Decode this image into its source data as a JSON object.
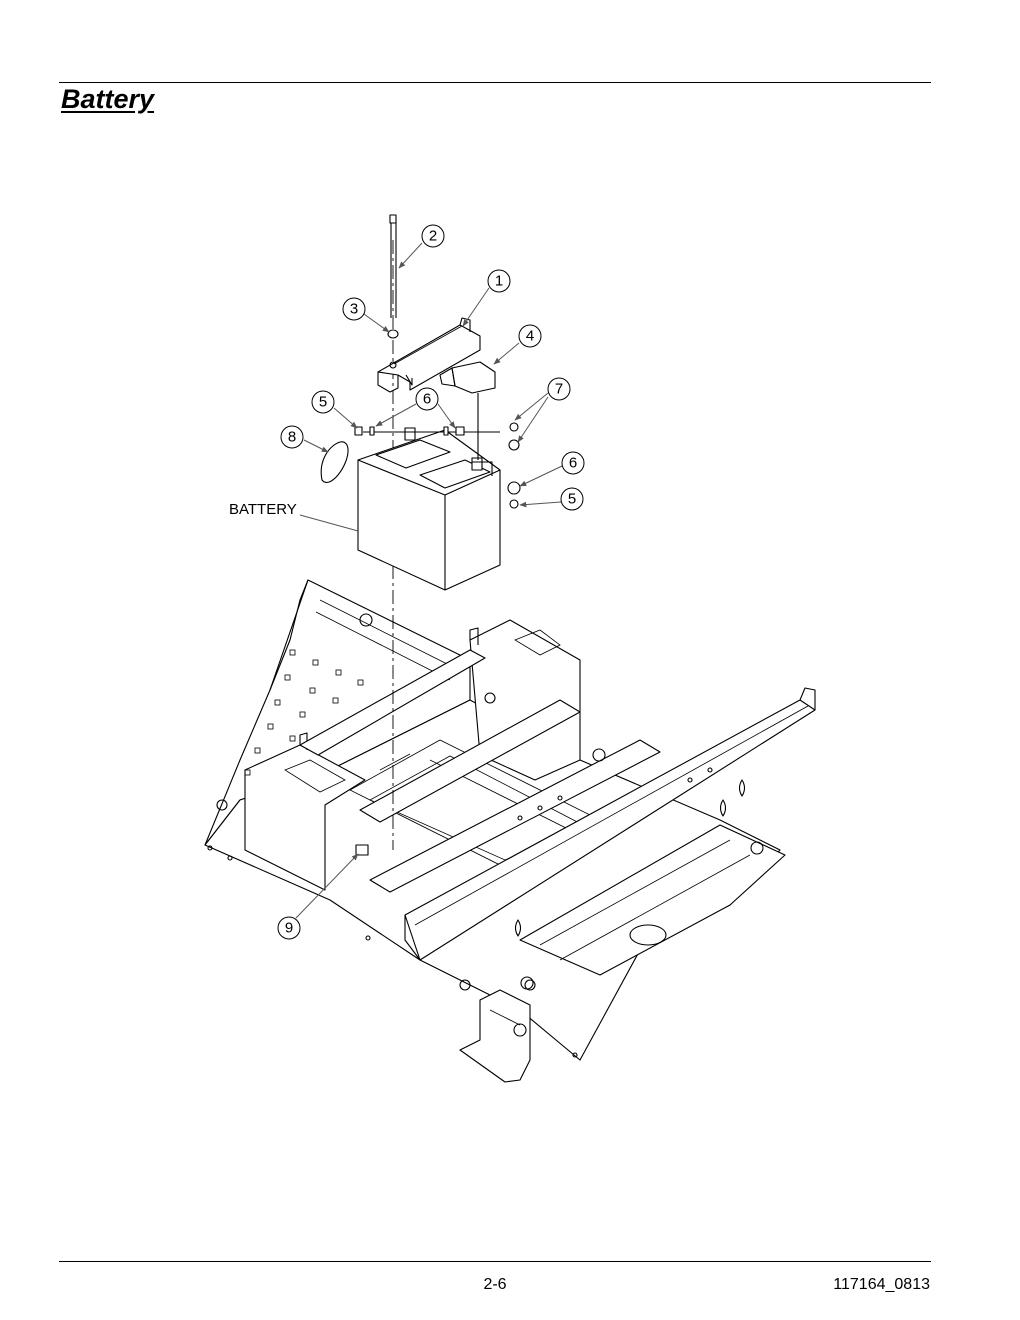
{
  "header": {
    "title": "Battery"
  },
  "footer": {
    "page_number": "2-6",
    "document_id": "117164_0813"
  },
  "diagram": {
    "callouts": [
      "1",
      "2",
      "3",
      "4",
      "5",
      "6",
      "7",
      "8",
      "9",
      "6",
      "5"
    ],
    "battery_label": "BATTERY"
  }
}
